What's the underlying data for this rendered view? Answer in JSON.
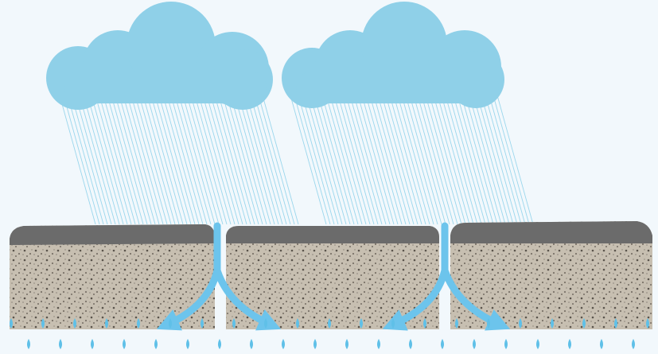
{
  "colors": {
    "background": "#f2f8fc",
    "cloud": "#8fd0e8",
    "rain": "#9ad6ec",
    "water_arrow": "#6cc4ec",
    "droplet": "#5fc0e8",
    "paver_cap": "#6b6b6b",
    "paver_body": "#c7bfb1",
    "paver_pore": "#5a544c"
  },
  "scene": {
    "clouds": [
      {
        "name": "cloud-left"
      },
      {
        "name": "cloud-right"
      }
    ],
    "pavers": [
      {
        "name": "paver-left"
      },
      {
        "name": "paver-middle"
      },
      {
        "name": "paver-right"
      }
    ],
    "drainage_joints": [
      {
        "name": "joint-left",
        "flows": [
          "left",
          "right"
        ]
      },
      {
        "name": "joint-right",
        "flows": [
          "left",
          "right"
        ]
      }
    ],
    "infiltration_rows": 2
  }
}
